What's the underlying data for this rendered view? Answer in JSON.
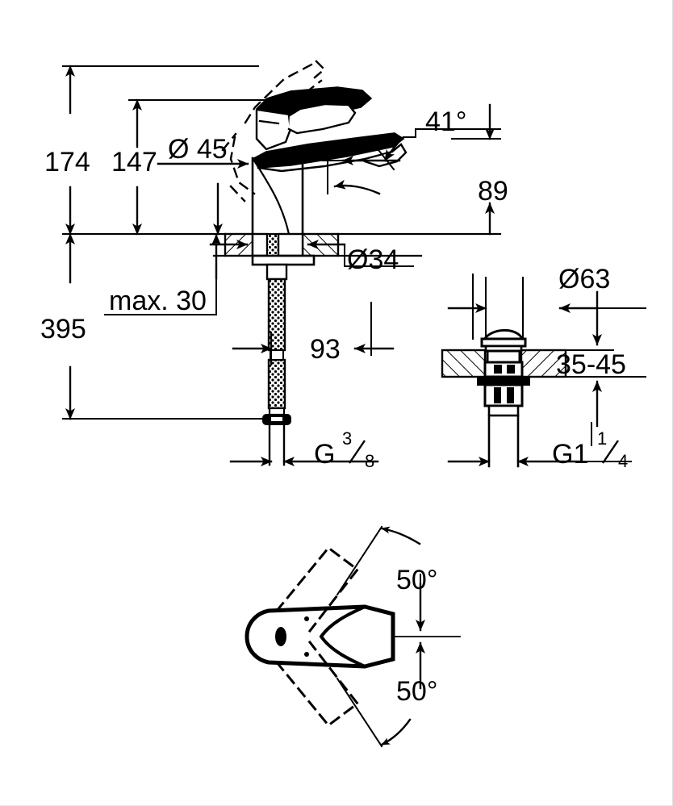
{
  "drawing": {
    "title": "Single-lever basin mixer dimensional drawing",
    "units": "mm",
    "line_color": "#000000",
    "background": "#ffffff",
    "views": [
      {
        "name": "front-elevation",
        "description": "Faucet front elevation with deck mounting and flexible hoses"
      },
      {
        "name": "drain-detail",
        "description": "Push-open pop-up waste assembly section"
      },
      {
        "name": "top-view",
        "description": "Lever handle top view showing swivel range"
      }
    ]
  },
  "dimensions": {
    "overall_height": "174",
    "spout_height": "147",
    "body_diameter": "Ø 45",
    "spout_angle": "41°",
    "spout_reach": "89",
    "mounting_hole": "Ø34",
    "deck_thickness": "max. 30",
    "spout_projection": "93",
    "total_length": "395",
    "supply_thread": {
      "letter": "G",
      "numerator": "3",
      "denominator": "8"
    },
    "waste_flange_diameter": "Ø63",
    "waste_deck_range": "35-45",
    "waste_thread": {
      "letter": "G1",
      "numerator": "1",
      "denominator": "4"
    },
    "swivel_upper": "50°",
    "swivel_lower": "50°"
  },
  "labels": {
    "l_174": "174",
    "l_147": "147",
    "l_d45": "Ø 45",
    "l_41deg": "41°",
    "l_89": "89",
    "l_d34": "Ø34",
    "l_max30": "max. 30",
    "l_93": "93",
    "l_395": "395",
    "l_g38_main": "G",
    "l_g38_num": "3",
    "l_g38_den": "8",
    "l_d63": "Ø63",
    "l_3545": "35-45",
    "l_g114_main": "G1",
    "l_g114_num": "1",
    "l_g114_den": "4",
    "l_50a": "50°",
    "l_50b": "50°"
  }
}
